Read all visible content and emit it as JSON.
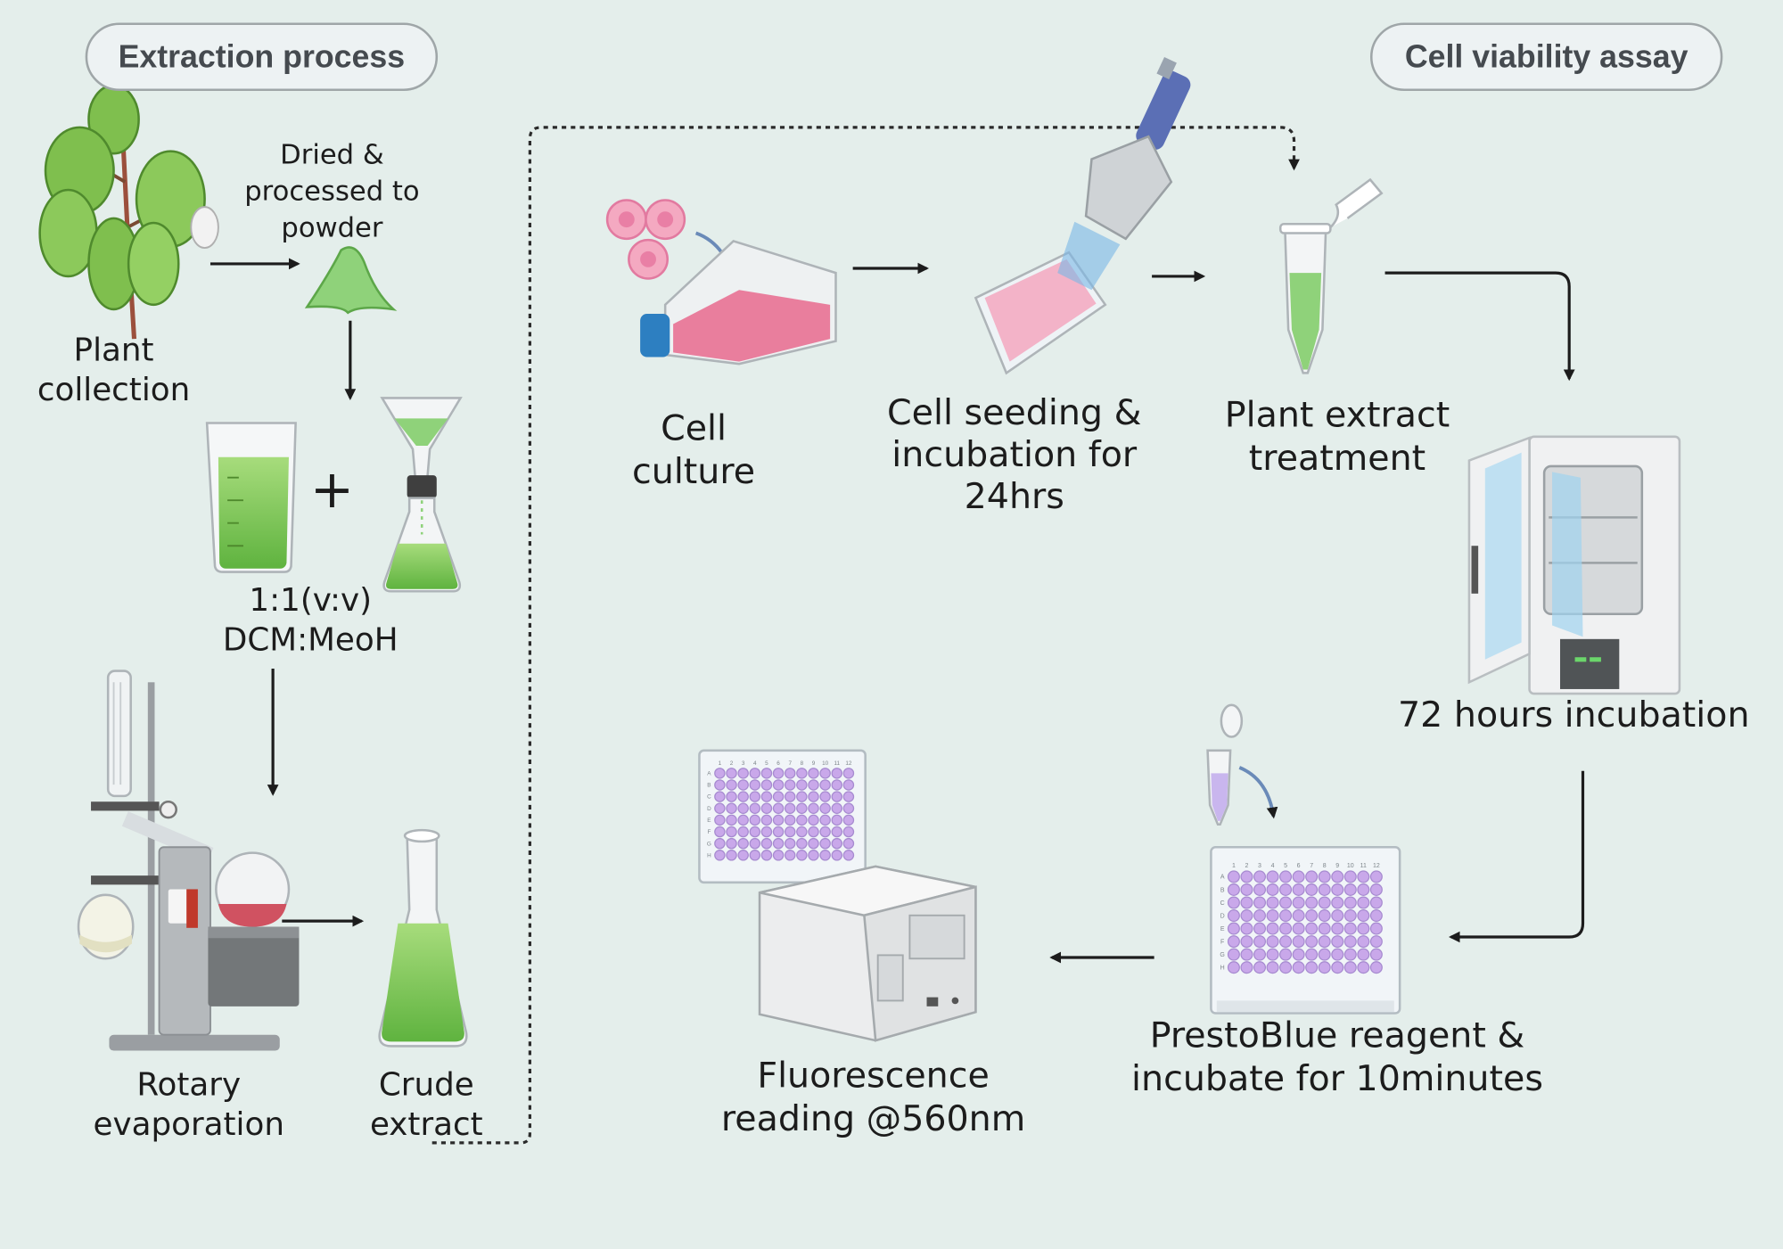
{
  "sections": {
    "extraction": "Extraction process",
    "viability": "Cell viability assay"
  },
  "labels": {
    "plant_collection": [
      "Plant",
      "collection"
    ],
    "dried_processed": [
      "Dried &",
      "processed to",
      "powder"
    ],
    "plus_sign": "+",
    "solvent": [
      "1:1(v:v)",
      "DCM:MeoH"
    ],
    "rotary_evaporation": [
      "Rotary",
      "evaporation"
    ],
    "crude_extract": [
      "Crude",
      "extract"
    ],
    "cell_culture": [
      "Cell",
      "culture"
    ],
    "cell_seeding": [
      "Cell seeding &",
      "incubation for",
      "24hrs"
    ],
    "plant_extract_treatment": [
      "Plant extract",
      "treatment"
    ],
    "incubation_72h": "72 hours incubation",
    "prestoblue": [
      "PrestoBlue reagent &",
      "incubate for 10minutes"
    ],
    "fluorescence": [
      "Fluorescence",
      "reading @560nm"
    ]
  },
  "plate_labels": {
    "columns": [
      "1",
      "2",
      "3",
      "4",
      "5",
      "6",
      "7",
      "8",
      "9",
      "10",
      "11",
      "12"
    ],
    "rows": [
      "A",
      "B",
      "C",
      "D",
      "E",
      "F",
      "G",
      "H"
    ]
  },
  "colors": {
    "background": "#e4eeeb",
    "extract_green": "#7cc95a",
    "culture_pink": "#e86a8e",
    "reagent_purple": "#c9a8ea",
    "arrow": "#1c1c1c"
  }
}
